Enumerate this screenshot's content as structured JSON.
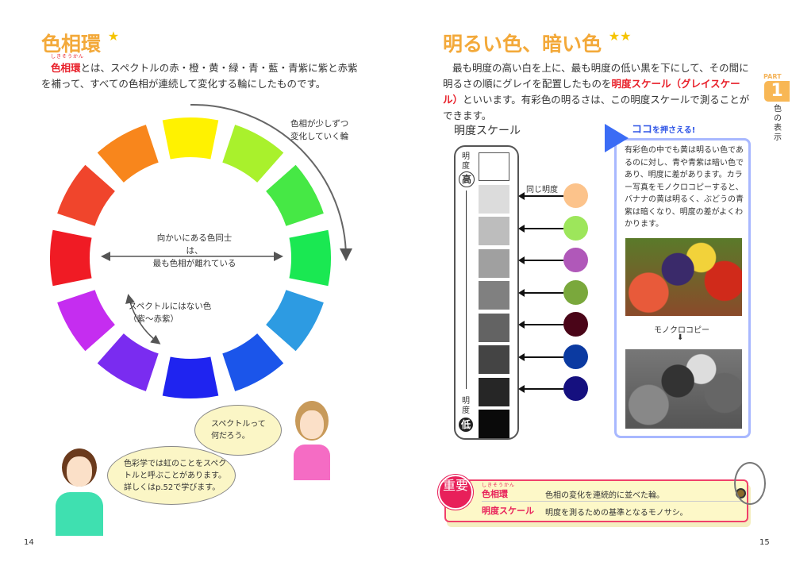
{
  "left_page": {
    "title": "色相環",
    "title_stars": "★",
    "intro_term": "色相環",
    "intro_term_ruby": "しきそうかん",
    "intro_rest": "とは、スペクトルの赤・橙・黄・緑・青・藍・青紫に紫と赤紫を補って、すべての色相が連続して変化する輪にしたものです。",
    "wheel_colors": [
      "#fff200",
      "#a9f12c",
      "#46e845",
      "#1ae852",
      "#2d9be2",
      "#1b55ea",
      "#1f24f0",
      "#7a2cf0",
      "#c52df0",
      "#f01b24",
      "#f0452c",
      "#f8861c"
    ],
    "label_gradual": [
      "色相が少しずつ",
      "変化していく輪"
    ],
    "label_opposite": [
      "向かいにある色同士は、",
      "最も色相が離れている"
    ],
    "label_nonspectrum": [
      "スペクトルにはない色",
      "（紫〜赤紫）"
    ],
    "bubble_girl": [
      "スペクトルって",
      "何だろう。"
    ],
    "bubble_teacher": [
      "色彩学では虹のことをスペク",
      "トルと呼ぶことがあります。",
      "詳しくはp.52で学びます。"
    ],
    "page_number": "14"
  },
  "right_page": {
    "title": "明るい色、暗い色",
    "title_stars": "★★",
    "intro_1": "最も明度の高い白を上に、最も明度の低い黒を下にして、その間に明るさの順にグレイを配置したものを",
    "intro_term": "明度スケール（グレイスケール）",
    "intro_2": "といいます。有彩色の明るさは、この明度スケールで測ることができます。",
    "scale_title": "明度スケール",
    "label_lightness": "明度",
    "label_high": "高",
    "label_low": "低",
    "label_same": "同じ明度",
    "grays": [
      "#ffffff",
      "#dcdcdc",
      "#bdbdbd",
      "#a0a0a0",
      "#808080",
      "#636363",
      "#444444",
      "#262626",
      "#0a0a0a"
    ],
    "chromatic": [
      "#fcc38b",
      "#9de65b",
      "#b058b9",
      "#7aa83c",
      "#4a0518",
      "#0b3aa1",
      "#15107f"
    ],
    "point_heading_main": "ココ",
    "point_heading_sub": "を押さえる!",
    "point_text": "有彩色の中でも黄は明るい色であるのに対し、青や青紫は暗い色であり、明度に差があります。カラー写真をモノクロコピーすると、バナナの黄は明るく、ぶどうの青紫は暗くなり、明度の差がよくわかります。",
    "mono_label": "モノクロコピー",
    "important_badge": "重要",
    "important": [
      {
        "term": "色相環",
        "ruby": "しきそうかん",
        "def": "色相の変化を連続的に並べた輪。"
      },
      {
        "term": "明度スケール",
        "def": "明度を測るための基準となるモノサシ。"
      }
    ],
    "part_label": "PART",
    "part_number": "1",
    "part_title": "色の表示",
    "page_number": "15"
  }
}
